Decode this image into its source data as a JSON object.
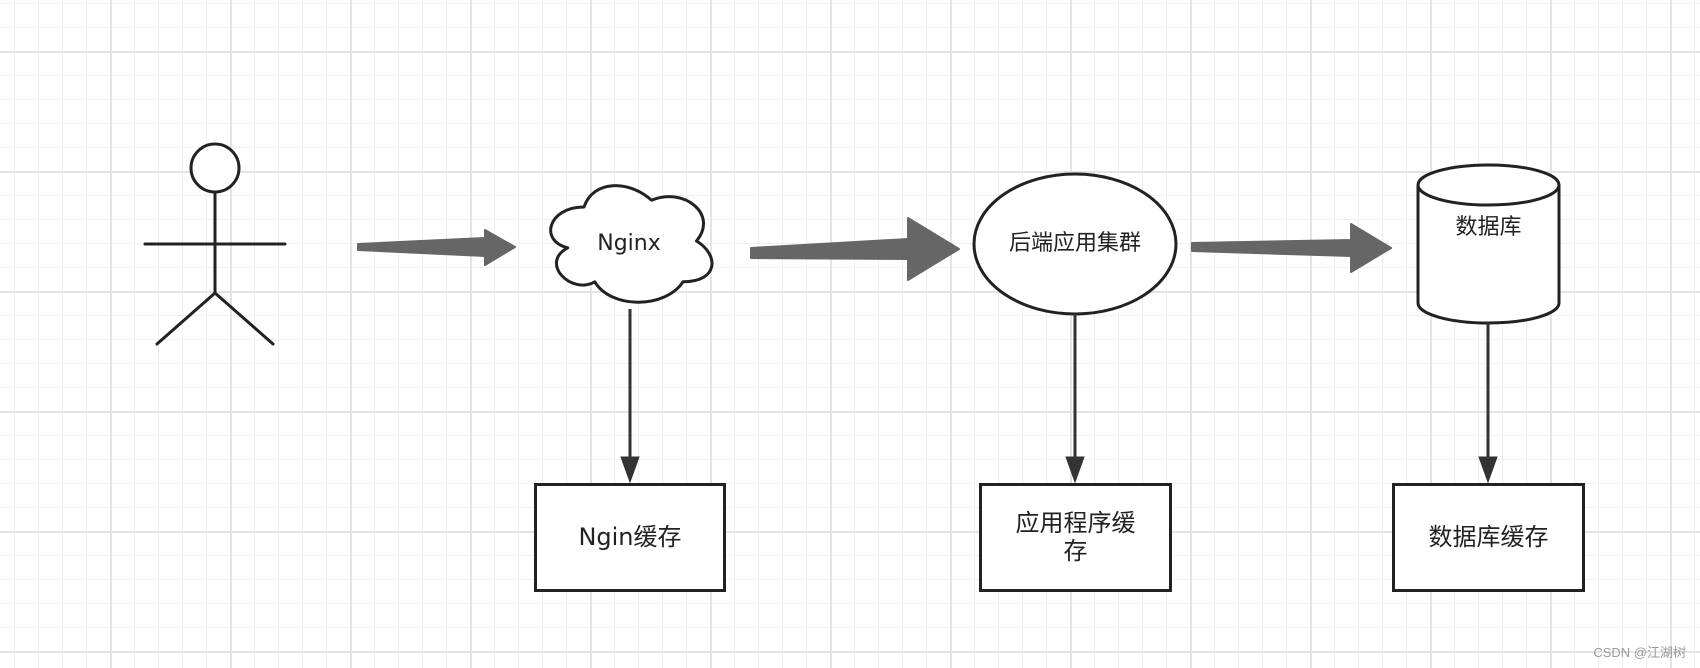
{
  "nodes": {
    "nginx": {
      "label": "Nginx"
    },
    "backend": {
      "label": "后端应用集群"
    },
    "database": {
      "label": "数据库"
    }
  },
  "caches": {
    "nginx_cache": {
      "label": "Ngin缓存"
    },
    "app_cache": {
      "label": "应用程序缓存"
    },
    "db_cache": {
      "label": "数据库缓存"
    }
  },
  "watermark": "CSDN @江湖树",
  "colors": {
    "stroke": "#222222",
    "flow_arrow": "#666666",
    "grid": "#e4e4e4"
  }
}
